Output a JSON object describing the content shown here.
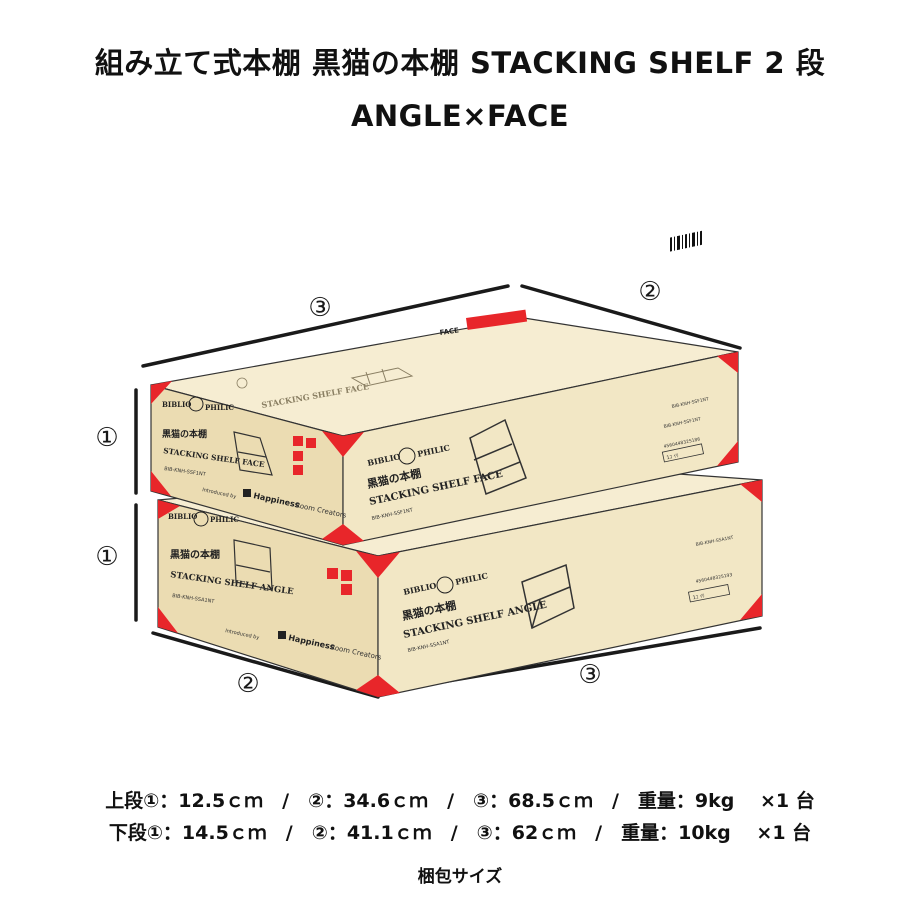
{
  "heading": {
    "line1": "組み立て式本棚 黒猫の本棚 STACKING SHELF 2 段",
    "line2": "ANGLE×FACE"
  },
  "dimension_marks": {
    "mark1": "①",
    "mark2": "②",
    "mark3": "③"
  },
  "boxes": {
    "upper": {
      "brand_left": "BIBLIO",
      "brand_right": "PHILIC",
      "title_jp": "黒猫の本棚",
      "title_en": "STACKING SHELF FACE",
      "code": "BIB-KNH-SSF1NT",
      "code_top": "BIB-KNH-SSF1NT",
      "barcode_number": "4560448325186",
      "small_box_label": "1ｺ ｲﾘ",
      "top_label": "FACE",
      "top_stencil": "STACKING SHELF FACE",
      "maker": "Happiness",
      "maker_sub": "Room Creators",
      "maker_prefix": "Introduced by"
    },
    "lower": {
      "brand_left": "BIBLIO",
      "brand_right": "PHILIC",
      "title_jp": "黒猫の本棚",
      "title_en": "STACKING SHELF ANGLE",
      "code": "BIB-KNH-SSA1NT",
      "code_top": "BIB-KNH-SSA1NT",
      "barcode_number": "4560448325193",
      "small_box_label": "1ｺ ｲﾘ",
      "maker": "Happiness",
      "maker_sub": "Room Creators",
      "maker_prefix": "Introduced by"
    }
  },
  "specs": {
    "upper": "上段①：12.5ｃｍ　/　②：34.6ｃｍ　/　③：68.5ｃｍ　/　重量：9kg　 ×1 台",
    "lower": "下段①：14.5ｃｍ　/　②：41.1ｃｍ　/　③：62ｃｍ　/　重量：10kg　 ×1 台"
  },
  "caption": "梱包サイズ",
  "colors": {
    "box_front": "#f2e7c5",
    "box_side": "#ebdcb2",
    "box_top": "#f6edd2",
    "corner_red": "#e8262a",
    "line": "#222222"
  }
}
